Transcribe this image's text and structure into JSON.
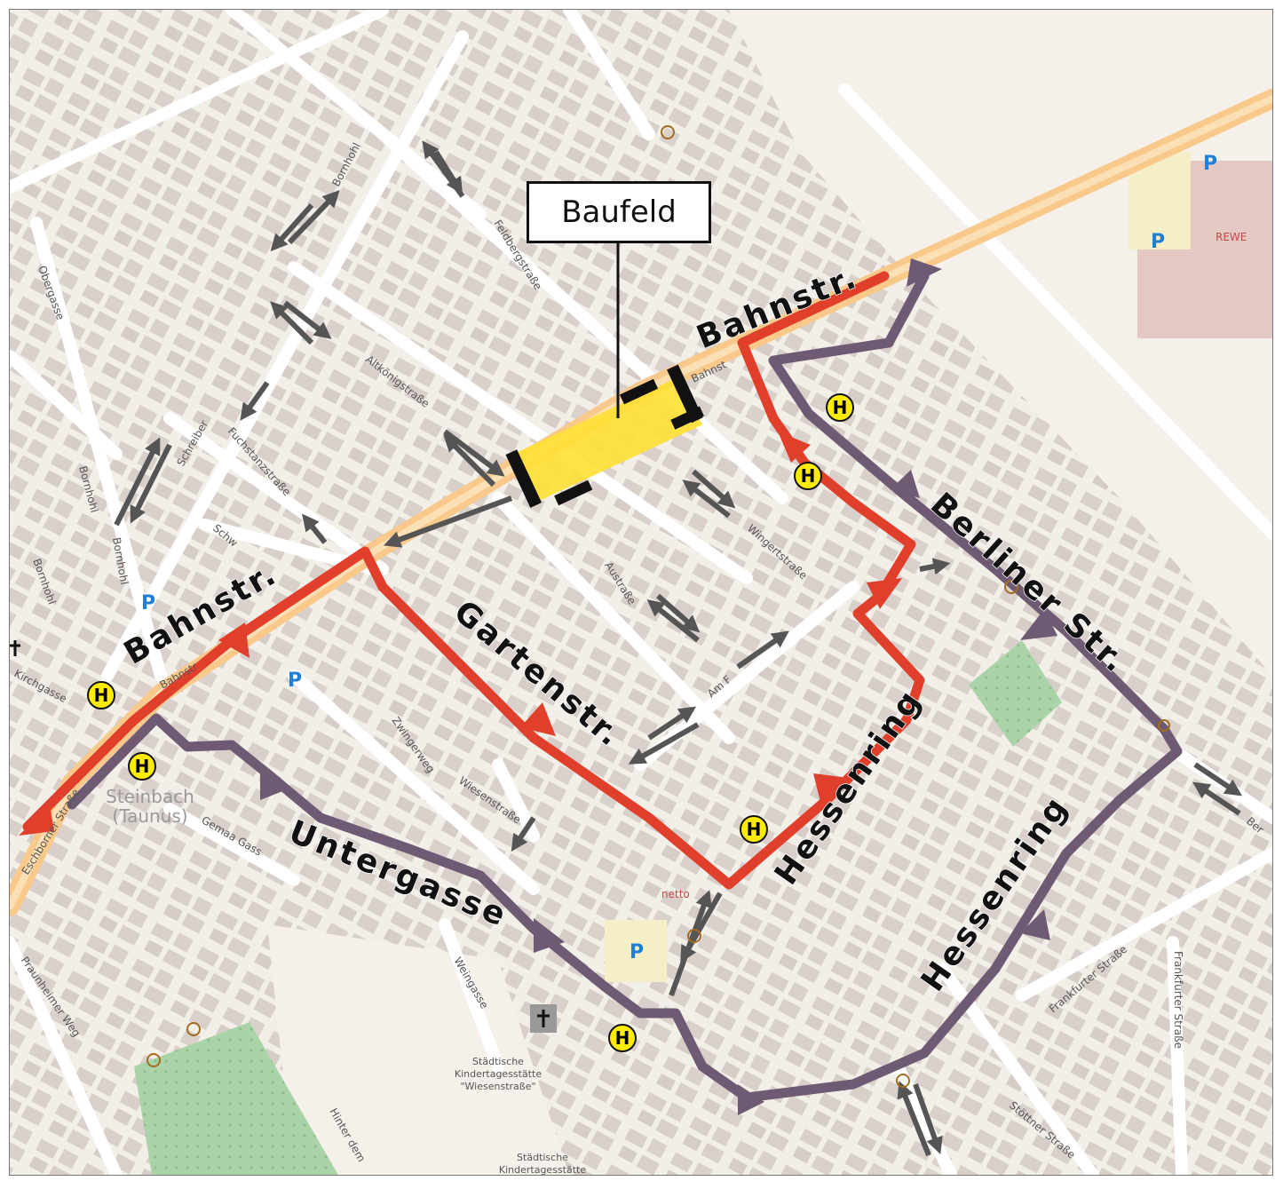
{
  "callout": {
    "label": "Baufeld"
  },
  "route_labels": {
    "bahnstr_east": "Bahnstr.",
    "bahnstr_west": "Bahnstr.",
    "berliner": "Berliner Str.",
    "gartenstr": "Gartenstr.",
    "hessenring_inner": "Hessenring",
    "hessenring_outer": "Hessenring",
    "untergasse": "Untergasse"
  },
  "street_names": {
    "bornhohl_1": "Bornhohl",
    "bornhohl_2": "Bornhohl",
    "bornhohl_3": "Bornhohl",
    "bornhohl_4": "Bornhohl",
    "obergasse": "Obergasse",
    "kirchgasse": "Kirchgasse",
    "feldbergstrasse": "Feldbergstraße",
    "altkoenigstrasse": "Altkönigstraße",
    "fuchstanzstrasse": "Fuchstanzstraße",
    "schreiber": "Schreiber",
    "schw": "Schw",
    "bahnstrasse_small": "Bahnstr",
    "bahn_top": "Bahnst",
    "austrasse": "Austraße",
    "wingertstrasse": "Wingertstraße",
    "am": "Am F",
    "zwingerweg": "Zwingerweg",
    "wiesenstrasse": "Wiesenstraße",
    "gemaa": "Gemaa Gass",
    "eschborner": "Eschborner Straße",
    "weingasse": "Weingasse",
    "frankfurter_1": "Frankfurter Straße",
    "frankfurter_2": "Frankfurter Straße",
    "praunheimer": "Praunheimer Weg",
    "hinter": "Hinter dem",
    "stoettner": "Stöttner Straße",
    "ber": "Ber",
    "steinbach": "Steinbach",
    "taunus": "(Taunus)",
    "kita_1a": "Städtische",
    "kita_1b": "Kindertagesstätte",
    "kita_1c": "\"Wiesenstraße\"",
    "kita_2a": "Städtische",
    "kita_2b": "Kindertagesstätte",
    "rewe": "REWE",
    "netto": "netto"
  },
  "symbols": {
    "bus_stop": "H",
    "parking": "P"
  },
  "colors": {
    "map_bg": "#f2efe9",
    "building": "#d9cfcb",
    "road": "#ffffff",
    "main_road": "#f8c98a",
    "detour_red": "#e0402b",
    "detour_purple": "#6e5a72",
    "two_way_arrow": "#555555",
    "construction": "#ffe033",
    "bus_stop": "#ffec00",
    "parking": "#1e7fd6",
    "park_green": "#aad3a8"
  }
}
